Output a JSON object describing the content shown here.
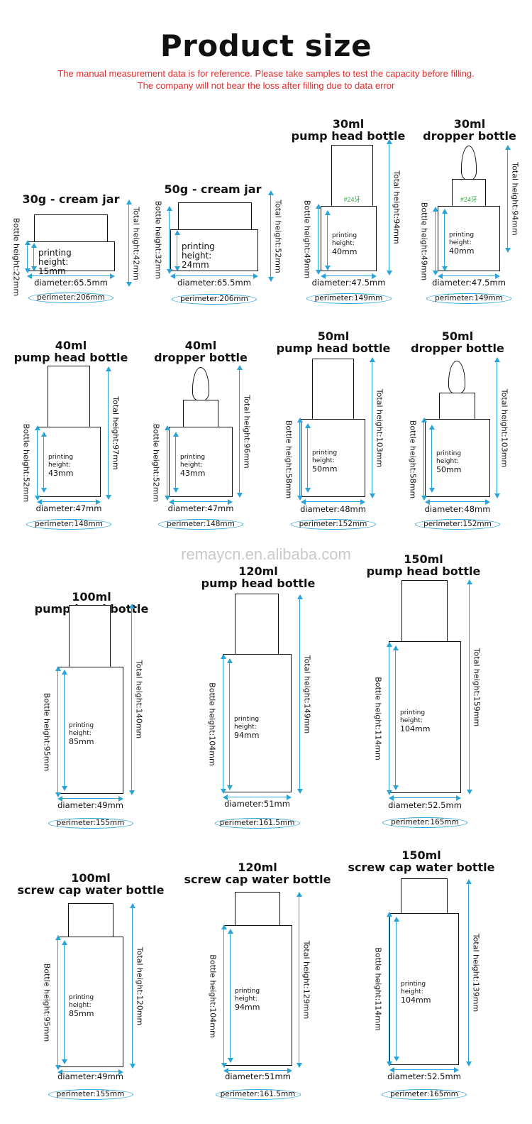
{
  "header": {
    "title": "Product size",
    "note_line1": "The manual measurement data is for reference. Please take samples to test the capacity before filling.",
    "note_line2": "The company will not bear the loss after filling due to data error"
  },
  "watermark": "remaycn.en.alibaba.com",
  "colors": {
    "note": "#e52c2c",
    "dimension_line": "#2aa4d8",
    "thread_label": "#37a94f",
    "watermark": "#c9c9c9"
  },
  "items": [
    {
      "title1": "30g - cream jar",
      "title2": "",
      "type": "jar",
      "total": "Total height:42mm",
      "bottle": "Bottle height:22mm",
      "print_label": "printing height:",
      "print_value": "15mm",
      "diameter": "diameter:65.5mm",
      "perimeter": "perimeter:206mm",
      "thread": ""
    },
    {
      "title1": "50g - cream jar",
      "title2": "",
      "type": "jar",
      "total": "Total height:52mm",
      "bottle": "Bottle height:32mm",
      "print_label": "printing height:",
      "print_value": "24mm",
      "diameter": "diameter:65.5mm",
      "perimeter": "perimeter:206mm",
      "thread": ""
    },
    {
      "title1": "30ml",
      "title2": "pump head bottle",
      "type": "pump",
      "total": "Total height:94mm",
      "bottle": "Bottle height:49mm",
      "print_label": "printing height:",
      "print_value": "40mm",
      "diameter": "diameter:47.5mm",
      "perimeter": "perimeter:149mm",
      "thread": "#24牙"
    },
    {
      "title1": "30ml",
      "title2": "dropper bottle",
      "type": "dropper",
      "total": "Total height:94mm",
      "bottle": "Bottle height:49mm",
      "print_label": "printing height:",
      "print_value": "40mm",
      "diameter": "diameter:47.5mm",
      "perimeter": "perimeter:149mm",
      "thread": "#24牙"
    },
    {
      "title1": "40ml",
      "title2": "pump head bottle",
      "type": "pump",
      "total": "Total height:97mm",
      "bottle": "Bottle height:52mm",
      "print_label": "printing height:",
      "print_value": "43mm",
      "diameter": "diameter:47mm",
      "perimeter": "perimeter:148mm",
      "thread": ""
    },
    {
      "title1": "40ml",
      "title2": "dropper bottle",
      "type": "dropper",
      "total": "Total height:96mm",
      "bottle": "Bottle height:52mm",
      "print_label": "printing height:",
      "print_value": "43mm",
      "diameter": "diameter:47mm",
      "perimeter": "perimeter:148mm",
      "thread": ""
    },
    {
      "title1": "50ml",
      "title2": "pump head bottle",
      "type": "pump",
      "total": "Total height:103mm",
      "bottle": "Bottle height:58mm",
      "print_label": "printing height:",
      "print_value": "50mm",
      "diameter": "diameter:48mm",
      "perimeter": "perimeter:152mm",
      "thread": ""
    },
    {
      "title1": "50ml",
      "title2": "dropper bottle",
      "type": "dropper",
      "total": "Total height:103mm",
      "bottle": "Bottle height:58mm",
      "print_label": "printing height:",
      "print_value": "50mm",
      "diameter": "diameter:48mm",
      "perimeter": "perimeter:152mm",
      "thread": ""
    },
    {
      "title1": "100ml",
      "title2": "pump head bottle",
      "type": "pump",
      "total": "Total height:140mm",
      "bottle": "Bottle height:95mm",
      "print_label": "printing height:",
      "print_value": "85mm",
      "diameter": "diameter:49mm",
      "perimeter": "perimeter:155mm",
      "thread": ""
    },
    {
      "title1": "120ml",
      "title2": "pump head bottle",
      "type": "pump",
      "total": "Total height:149mm",
      "bottle": "Bottle height:104mm",
      "print_label": "printing height:",
      "print_value": "94mm",
      "diameter": "diameter:51mm",
      "perimeter": "perimeter:161.5mm",
      "thread": ""
    },
    {
      "title1": "150ml",
      "title2": "pump head bottle",
      "type": "pump",
      "total": "Total height:159mm",
      "bottle": "Bottle height:114mm",
      "print_label": "printing height:",
      "print_value": "104mm",
      "diameter": "diameter:52.5mm",
      "perimeter": "perimeter:165mm",
      "thread": ""
    },
    {
      "title1": "100ml",
      "title2": "screw cap water bottle",
      "type": "screw",
      "total": "Total height:120mm",
      "bottle": "Bottle height:95mm",
      "print_label": "printing height:",
      "print_value": "85mm",
      "diameter": "diameter:49mm",
      "perimeter": "perimeter:155mm",
      "thread": ""
    },
    {
      "title1": "120ml",
      "title2": "screw cap water bottle",
      "type": "screw",
      "total": "Total height:129mm",
      "bottle": "Bottle height:104mm",
      "print_label": "printing height:",
      "print_value": "94mm",
      "diameter": "diameter:51mm",
      "perimeter": "perimeter:161.5mm",
      "thread": ""
    },
    {
      "title1": "150ml",
      "title2": "screw cap water bottle",
      "type": "screw",
      "total": "Total height:139mm",
      "bottle": "Bottle height:114mm",
      "print_label": "printing height:",
      "print_value": "104mm",
      "diameter": "diameter:52.5mm",
      "perimeter": "perimeter:165mm",
      "thread": ""
    }
  ]
}
